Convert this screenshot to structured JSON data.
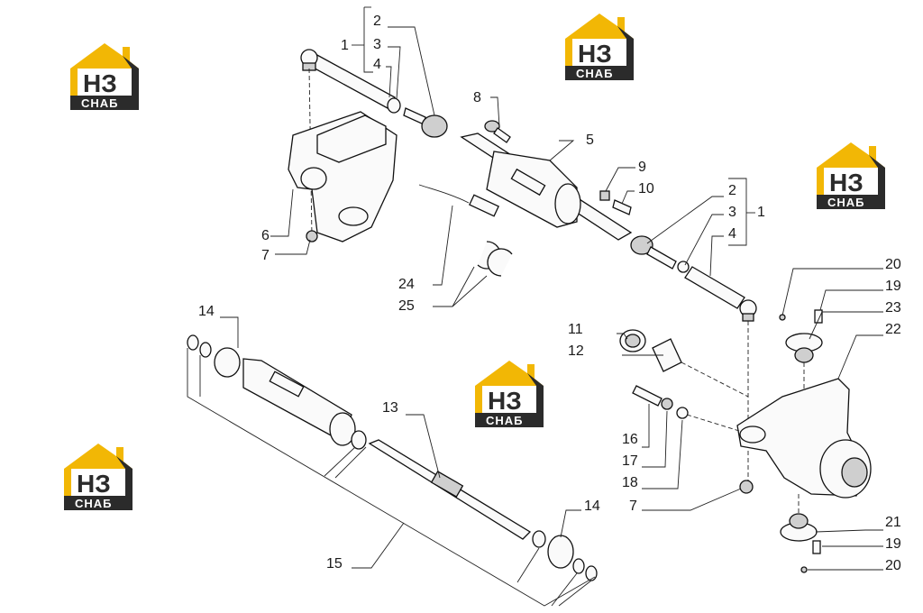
{
  "logo": {
    "letters": "НЗ",
    "word": "СНАБ",
    "gold": "#f2b705",
    "dark": "#2b2b2b"
  },
  "labels": [
    {
      "id": "l1a",
      "text": "1"
    },
    {
      "id": "l2a",
      "text": "2"
    },
    {
      "id": "l3a",
      "text": "3"
    },
    {
      "id": "l4a",
      "text": "4"
    },
    {
      "id": "l5",
      "text": "5"
    },
    {
      "id": "l6",
      "text": "6"
    },
    {
      "id": "l7a",
      "text": "7"
    },
    {
      "id": "l8",
      "text": "8"
    },
    {
      "id": "l9",
      "text": "9"
    },
    {
      "id": "l10",
      "text": "10"
    },
    {
      "id": "l2b",
      "text": "2"
    },
    {
      "id": "l3b",
      "text": "3"
    },
    {
      "id": "l4b",
      "text": "4"
    },
    {
      "id": "l1b",
      "text": "1"
    },
    {
      "id": "l24",
      "text": "24"
    },
    {
      "id": "l25",
      "text": "25"
    },
    {
      "id": "l20a",
      "text": "20"
    },
    {
      "id": "l19a",
      "text": "19"
    },
    {
      "id": "l23",
      "text": "23"
    },
    {
      "id": "l22",
      "text": "22"
    },
    {
      "id": "l11",
      "text": "11"
    },
    {
      "id": "l12",
      "text": "12"
    },
    {
      "id": "l14a",
      "text": "14"
    },
    {
      "id": "l13",
      "text": "13"
    },
    {
      "id": "l16",
      "text": "16"
    },
    {
      "id": "l17",
      "text": "17"
    },
    {
      "id": "l18",
      "text": "18"
    },
    {
      "id": "l7b",
      "text": "7"
    },
    {
      "id": "l14b",
      "text": "14"
    },
    {
      "id": "l21",
      "text": "21"
    },
    {
      "id": "l19b",
      "text": "19"
    },
    {
      "id": "l20b",
      "text": "20"
    },
    {
      "id": "l15",
      "text": "15"
    }
  ]
}
